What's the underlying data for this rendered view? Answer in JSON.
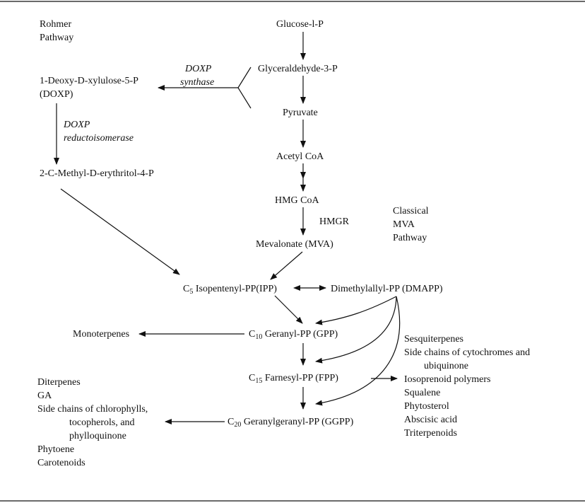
{
  "rohmer": [
    "Rohmer",
    "Pathway"
  ],
  "classical": [
    "Classical",
    "MVA",
    "Pathway"
  ],
  "mva_chain": {
    "glucose": "Glucose-l-P",
    "g3p": "Glyceraldehyde-3-P",
    "pyruvate": "Pyruvate",
    "acetyl": "Acetyl CoA",
    "hmg": "HMG CoA",
    "hmgr": "HMGR",
    "mevalonate": "Mevalonate (MVA)"
  },
  "mep_chain": {
    "doxp_name": "1-Deoxy-D-xylulose-5-P",
    "doxp_abbr": "(DOXP)",
    "synthase": [
      "DOXP",
      "synthase"
    ],
    "reductoisomerase": [
      "DOXP",
      "reductoisomerase"
    ],
    "mep": "2-C-Methyl-D-erythritol-4-P"
  },
  "core": {
    "ipp_prefix": "C",
    "ipp_sub": "5",
    "ipp": " Isopentenyl-PP(IPP)",
    "dmapp": "Dimethylallyl-PP (DMAPP)",
    "gpp_prefix": "C",
    "gpp_sub": "10",
    "gpp": " Geranyl-PP (GPP)",
    "fpp_prefix": "C",
    "fpp_sub": "15",
    "fpp": " Farnesyl-PP (FPP)",
    "ggpp_prefix": "C",
    "ggpp_sub": "20",
    "ggpp": " Geranylgeranyl-PP (GGPP)"
  },
  "monoterpenes": "Monoterpenes",
  "fpp_products": [
    "Sesquiterpenes",
    "Side chains of cytochromes and",
    "ubiquinone",
    "Iosoprenoid polymers",
    "Squalene",
    "Phytosterol",
    "Abscisic acid",
    "Triterpenoids"
  ],
  "ggpp_products": [
    "Diterpenes",
    "GA",
    "Side chains of chlorophylls,",
    "tocopherols, and",
    "phylloquinone",
    "Phytoene",
    "Carotenoids"
  ],
  "colors": {
    "line": "#111111",
    "text": "#111111",
    "background": "#ffffff"
  }
}
